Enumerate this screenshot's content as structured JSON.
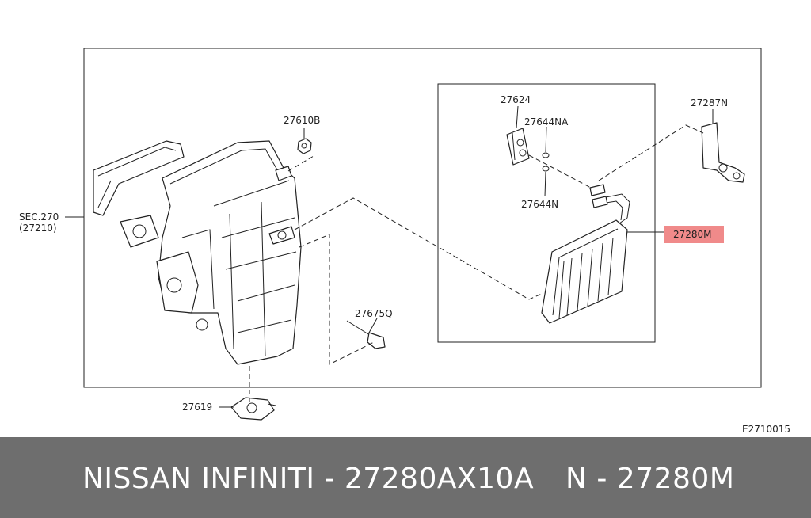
{
  "diagram": {
    "part_labels": {
      "sec": "SEC.270",
      "sec_sub": "(27210)",
      "p27610b": "27610B",
      "p27624": "27624",
      "p27644na": "27644NA",
      "p27644n": "27644N",
      "p27287n": "27287N",
      "p27280m": "27280M",
      "p27675q": "27675Q",
      "p27619": "27619"
    },
    "figure_code": "E2710015",
    "highlight_color": "#f08a8a"
  },
  "footer": {
    "brand_part": "NISSAN INFINITI - 27280AX10A",
    "ref_part": "N - 27280M"
  }
}
